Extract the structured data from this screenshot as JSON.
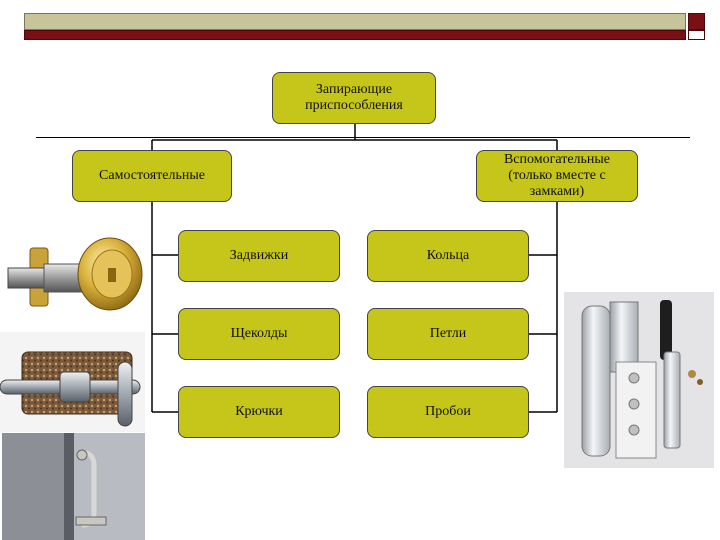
{
  "diagram": {
    "root": {
      "label": "Запирающие приспособления"
    },
    "categories": [
      {
        "label": "Самостоятельные"
      },
      {
        "label": "Вспомогательные (только вместе с замками)"
      }
    ],
    "left_items": [
      "Задвижки",
      "Щеколды",
      "Крючки"
    ],
    "right_items": [
      "Кольца",
      "Петли",
      "Пробои"
    ]
  },
  "colors": {
    "node_fill": "#c6c61a",
    "header_olive": "#c7c49a",
    "header_red": "#7a1016"
  },
  "photos": [
    "deadbolt-lock-photo",
    "bolt-latch-photo",
    "door-hook-photo",
    "door-hinge-photo"
  ]
}
